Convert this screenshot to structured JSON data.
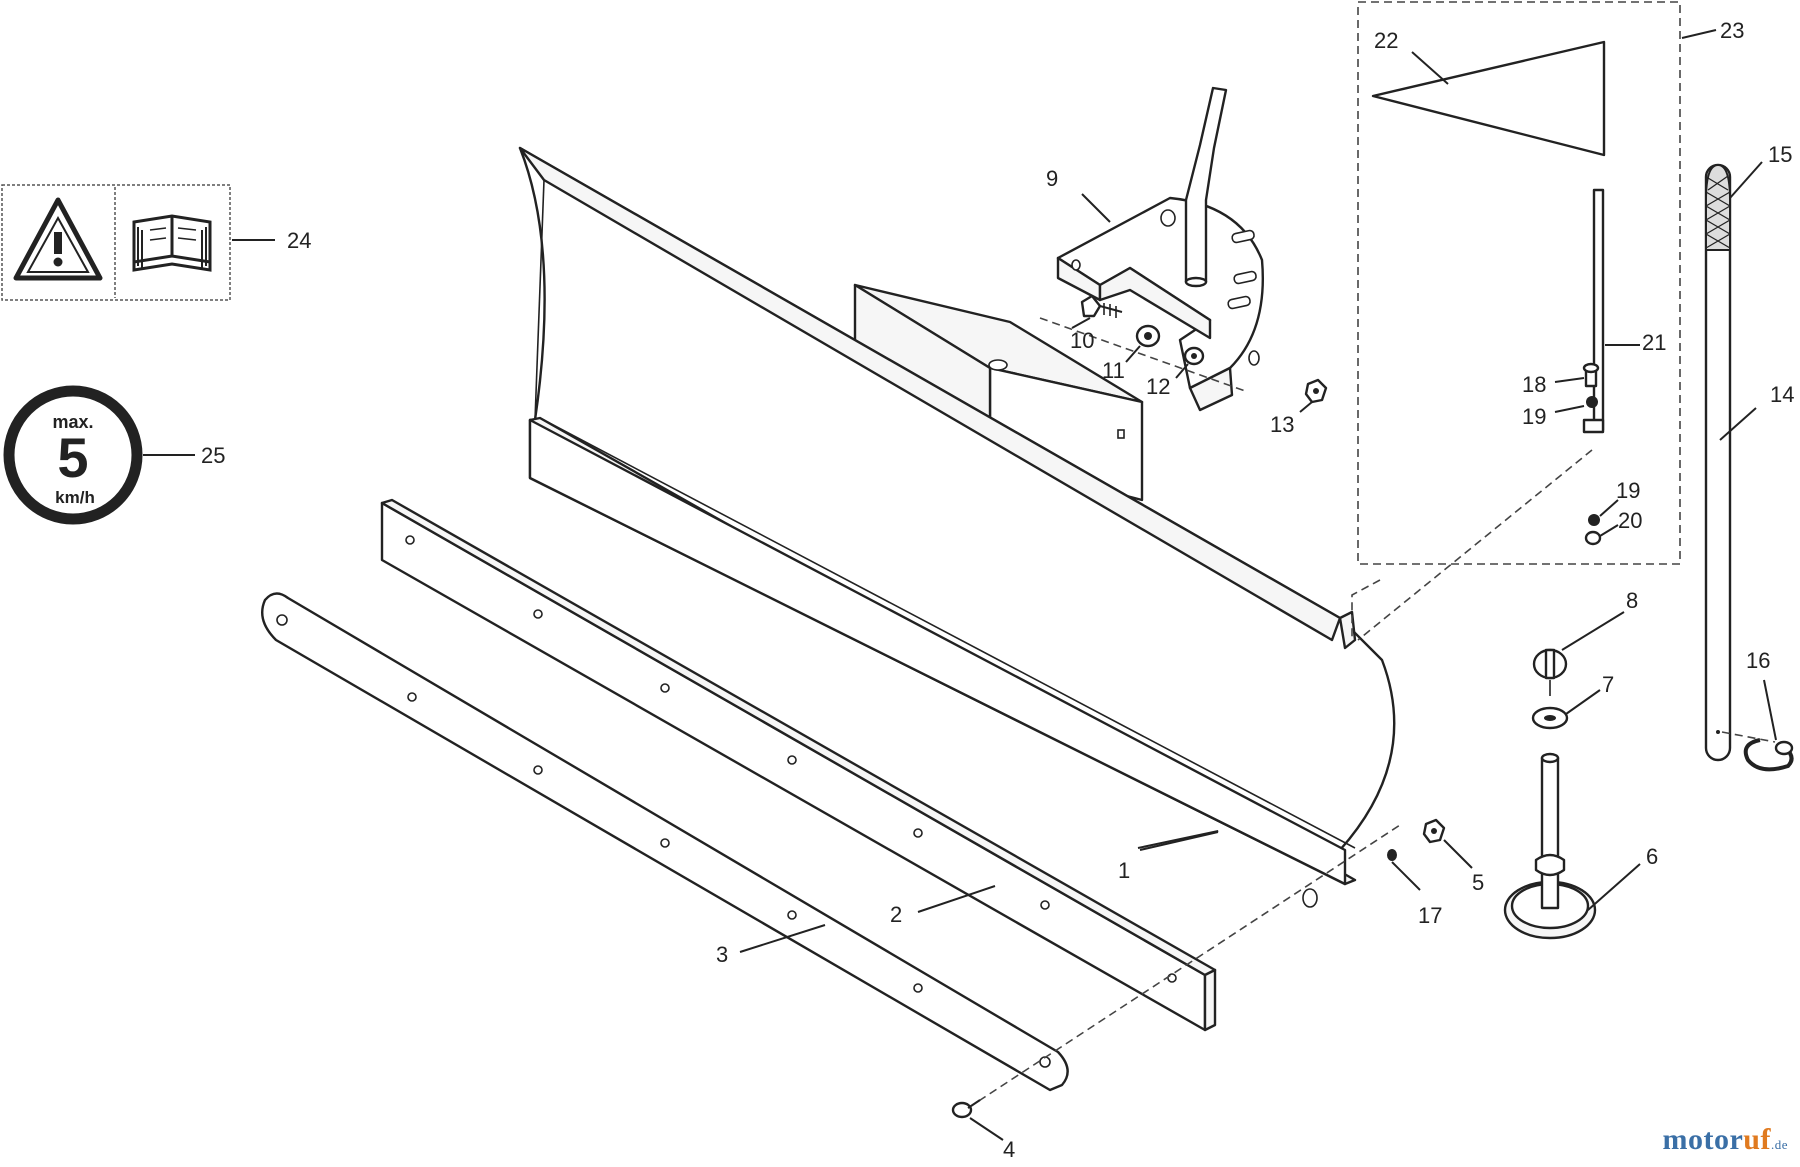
{
  "diagram": {
    "callouts": {
      "1": "1",
      "2": "2",
      "3": "3",
      "4": "4",
      "5": "5",
      "6": "6",
      "7": "7",
      "8": "8",
      "9": "9",
      "10": "10",
      "11": "11",
      "12": "12",
      "13": "13",
      "14": "14",
      "15": "15",
      "16": "16",
      "17": "17",
      "18": "18",
      "19a": "19",
      "19b": "19",
      "20": "20",
      "21": "21",
      "22": "22",
      "23": "23",
      "24": "24",
      "25": "25"
    },
    "speed_sign": {
      "top": "max.",
      "value": "5",
      "unit": "km/h"
    },
    "icons": {
      "warning": "warning-triangle-icon",
      "manual": "open-book-icon"
    }
  },
  "watermark": {
    "main": "motor",
    "accent": "uf",
    "tld": ".de"
  }
}
